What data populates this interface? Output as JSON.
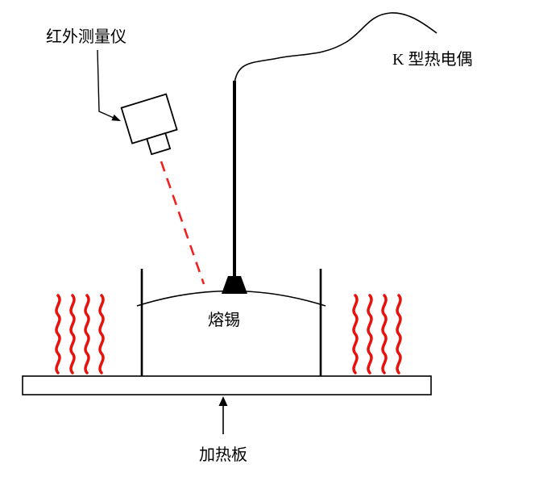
{
  "figure": {
    "labels": {
      "infrared_meter": "红外测量仪",
      "thermocouple": "K 型热电偶",
      "molten_solder": "熔锡",
      "heating_plate": "加热板"
    },
    "colors": {
      "heat_wave": "#e8120c",
      "laser": "#f02020",
      "outline": "#000000",
      "plate_fill": "#ffffff"
    }
  }
}
